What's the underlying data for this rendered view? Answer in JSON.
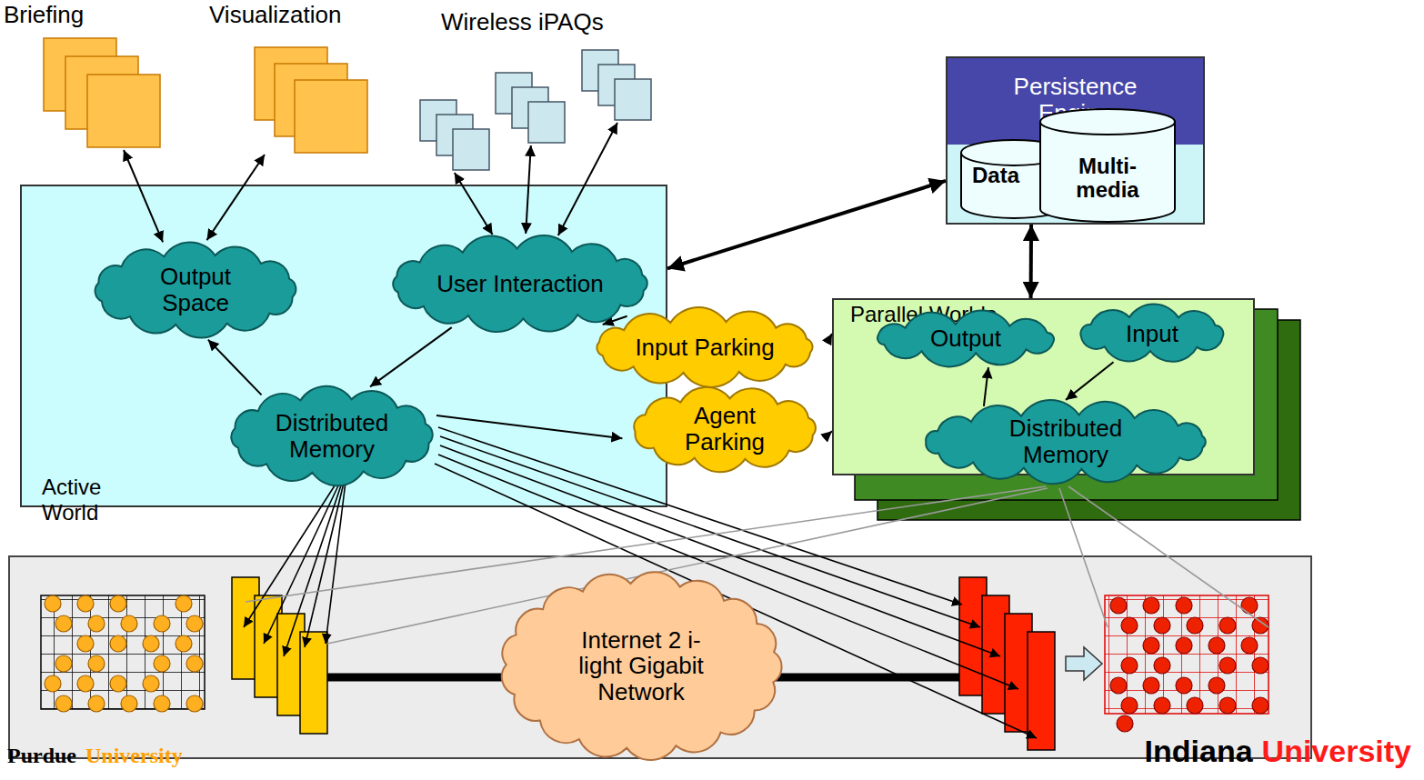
{
  "diagram": {
    "nodes": [
      {
        "text": [
          "Briefing"
        ]
      },
      {
        "text": [
          "Visualization"
        ]
      },
      {
        "text": [
          "Wireless iPAQs"
        ]
      },
      {
        "text": [
          "Persistence Engine"
        ]
      },
      {
        "text": [
          "Data"
        ],
        "in": 3
      },
      {
        "text": [
          "Multi- media"
        ],
        "in": 3
      },
      {
        "text": [
          "Active World"
        ]
      },
      {
        "text": [
          "Output Space"
        ],
        "in": 6
      },
      {
        "text": [
          "User Interaction"
        ],
        "in": 6
      },
      {
        "text": [
          "Input Parking"
        ],
        "in": 6
      },
      {
        "text": [
          "Agent Parking"
        ],
        "in": 6
      },
      {
        "text": [
          "Distributed Memory"
        ],
        "in": 6
      },
      {
        "text": [
          "Parallel Worlds"
        ]
      },
      {
        "text": [
          "Output"
        ],
        "in": 12
      },
      {
        "text": [
          "Input"
        ],
        "in": 12
      },
      {
        "text": [
          "Distributed Memory"
        ],
        "in": 12
      },
      {
        "text": [
          "Internet 2 i-light Gigabit Network"
        ]
      }
    ],
    "edges": [
      {
        "from": 7,
        "to": 0,
        "arrow": "both"
      },
      {
        "from": 7,
        "to": 1,
        "arrow": "both"
      },
      {
        "from": 8,
        "to": 2,
        "arrow": "both"
      },
      {
        "from": 8,
        "to": 2,
        "arrow": "both"
      },
      {
        "from": 8,
        "to": 2,
        "arrow": "both"
      },
      {
        "from": 6,
        "to": 3,
        "arrow": "both"
      },
      {
        "from": 3,
        "to": 12,
        "arrow": "both"
      },
      {
        "from": 8,
        "to": 9,
        "arrow": "to"
      },
      {
        "from": 11,
        "to": 7,
        "arrow": "to"
      },
      {
        "from": 8,
        "to": 11,
        "arrow": "to"
      },
      {
        "from": 11,
        "to": 10,
        "arrow": "to"
      },
      {
        "from": 9,
        "to": 12,
        "arrow": "to"
      },
      {
        "from": 10,
        "to": 12,
        "arrow": "to"
      },
      {
        "from": 15,
        "to": 13,
        "arrow": "to"
      },
      {
        "from": 14,
        "to": 15,
        "arrow": "to"
      }
    ],
    "labels": [
      "Purdue",
      "University",
      "Indiana",
      "University"
    ]
  }
}
